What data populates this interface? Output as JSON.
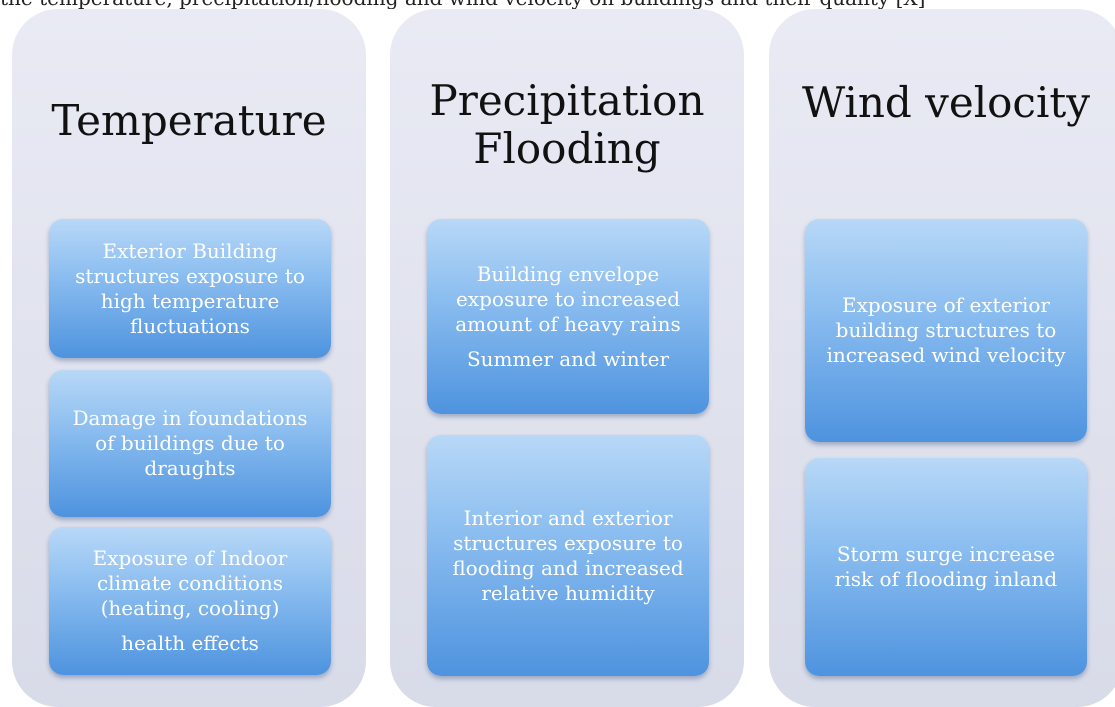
{
  "top_text": "the temperature, precipitation/flooding and wind velocity on buildings and their quality [X]",
  "columns": [
    {
      "title": "Temperature",
      "cards": [
        {
          "text": "Exterior Building structures exposure to high temperature fluctuations",
          "text2": ""
        },
        {
          "text": "Damage in foundations of buildings due to draughts",
          "text2": ""
        },
        {
          "text": "Exposure of Indoor climate conditions (heating, cooling)",
          "text2": "health effects"
        }
      ]
    },
    {
      "title": "Precipitation Flooding",
      "cards": [
        {
          "text": "Building envelope exposure to increased amount of heavy rains",
          "text2": "Summer and winter"
        },
        {
          "text": "Interior and exterior structures exposure to flooding and increased relative humidity",
          "text2": ""
        }
      ]
    },
    {
      "title": "Wind velocity",
      "cards": [
        {
          "text": "Exposure  of exterior building structures to increased wind velocity",
          "text2": ""
        },
        {
          "text": "Storm surge increase risk of flooding inland",
          "text2": ""
        }
      ]
    }
  ]
}
